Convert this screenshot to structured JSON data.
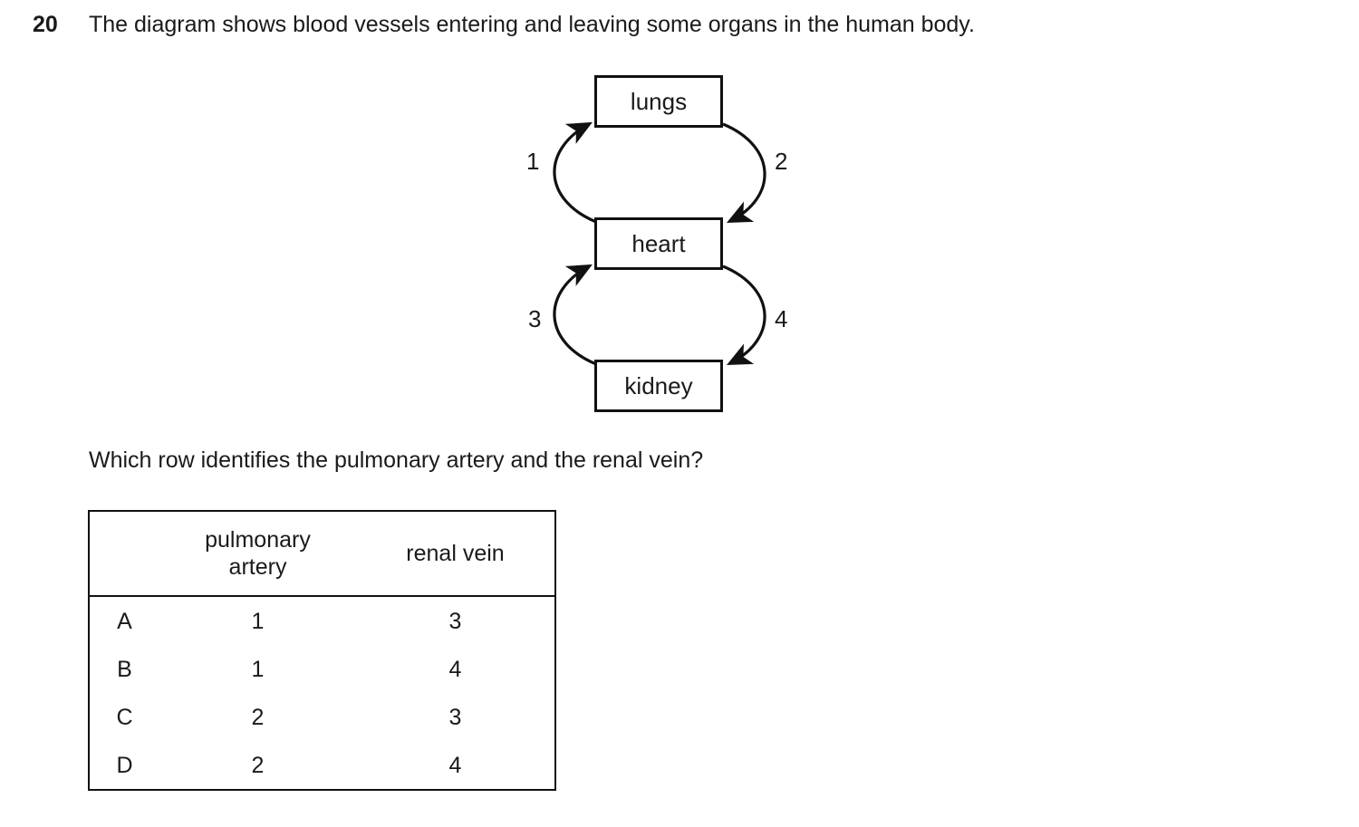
{
  "question": {
    "number": "20",
    "stem": "The diagram shows blood vessels entering and leaving some organs in the human body.",
    "lead_in": "Which row identifies the pulmonary artery and the renal vein?"
  },
  "diagram": {
    "organs": [
      {
        "id": "lungs",
        "label": "lungs"
      },
      {
        "id": "heart",
        "label": "heart"
      },
      {
        "id": "kidney",
        "label": "kidney"
      }
    ],
    "vessels": [
      {
        "label": "1",
        "from": "heart",
        "to": "lungs",
        "side": "left"
      },
      {
        "label": "2",
        "from": "lungs",
        "to": "heart",
        "side": "right"
      },
      {
        "label": "3",
        "from": "kidney",
        "to": "heart",
        "side": "left"
      },
      {
        "label": "4",
        "from": "heart",
        "to": "kidney",
        "side": "right"
      }
    ],
    "line_color": "#111111"
  },
  "answer_table": {
    "headers": [
      "",
      "pulmonary artery",
      "renal vein"
    ],
    "header_pa_line1": "pulmonary",
    "header_pa_line2": "artery",
    "header_rv": "renal vein",
    "rows": [
      {
        "letter": "A",
        "pulmonary_artery": "1",
        "renal_vein": "3"
      },
      {
        "letter": "B",
        "pulmonary_artery": "1",
        "renal_vein": "4"
      },
      {
        "letter": "C",
        "pulmonary_artery": "2",
        "renal_vein": "3"
      },
      {
        "letter": "D",
        "pulmonary_artery": "2",
        "renal_vein": "4"
      }
    ]
  }
}
